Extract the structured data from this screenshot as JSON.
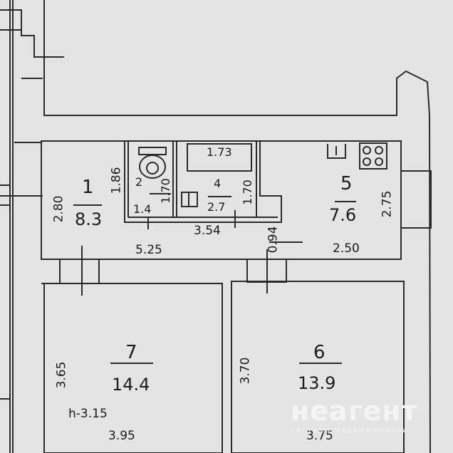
{
  "rooms": [
    {
      "number": "1",
      "area": "8.3"
    },
    {
      "number": "2",
      "area": "1.4"
    },
    {
      "number": "4",
      "area": "2.7"
    },
    {
      "number": "5",
      "area": "7.6"
    },
    {
      "number": "7",
      "area": "14.4"
    },
    {
      "number": "6",
      "area": "13.9"
    }
  ],
  "dimensions": {
    "d_2_80": "2.80",
    "d_1_86": "1.86",
    "d_1_70_a": "1.70",
    "d_1_73": "1.73",
    "d_1_70_b": "1.70",
    "d_2_75": "2.75",
    "d_3_54": "3.54",
    "d_0_94": "0.94",
    "d_5_25": "5.25",
    "d_2_50": "2.50",
    "d_3_65": "3.65",
    "d_3_70": "3.70",
    "d_3_95": "3.95",
    "d_3_75": "3.75"
  },
  "ceiling_height": "h-3.15",
  "watermark": {
    "brand": "неагент",
    "tagline": "система недвижимости"
  }
}
